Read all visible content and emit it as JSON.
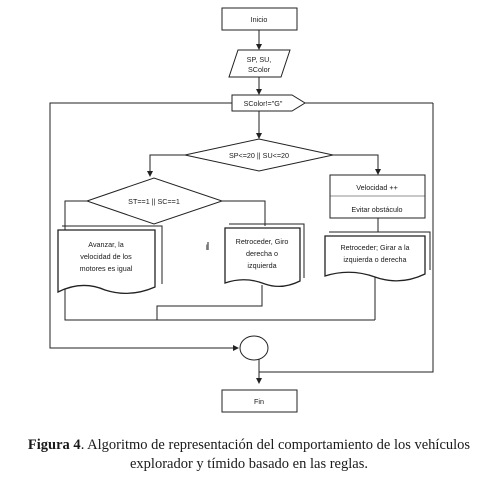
{
  "flowchart": {
    "start": "Inicio",
    "input": [
      "SP, SU,",
      "SColor"
    ],
    "loop_condition": "SColor!=\"G\"",
    "decision_main": "SP<=20 || SU<=20",
    "decision_sub": "ST==1  || SC==1",
    "process": [
      "Velocidad ++",
      "Evitar obstáculo"
    ],
    "doc_forward": [
      "Avanzar, la",
      "velocidad de los",
      "motores es igual"
    ],
    "doc_reverse": [
      "Retroceder, Giro",
      "derecha o",
      "izquierda"
    ],
    "doc_avoid": [
      "Retroceder; Girar a la",
      "izquierda o derecha"
    ],
    "stray_mark": "l",
    "end": "Fin"
  },
  "caption": {
    "label": "Figura 4",
    "text": ". Algoritmo de representación del comportamiento de los vehículos explorador y tímido basado en las reglas."
  }
}
